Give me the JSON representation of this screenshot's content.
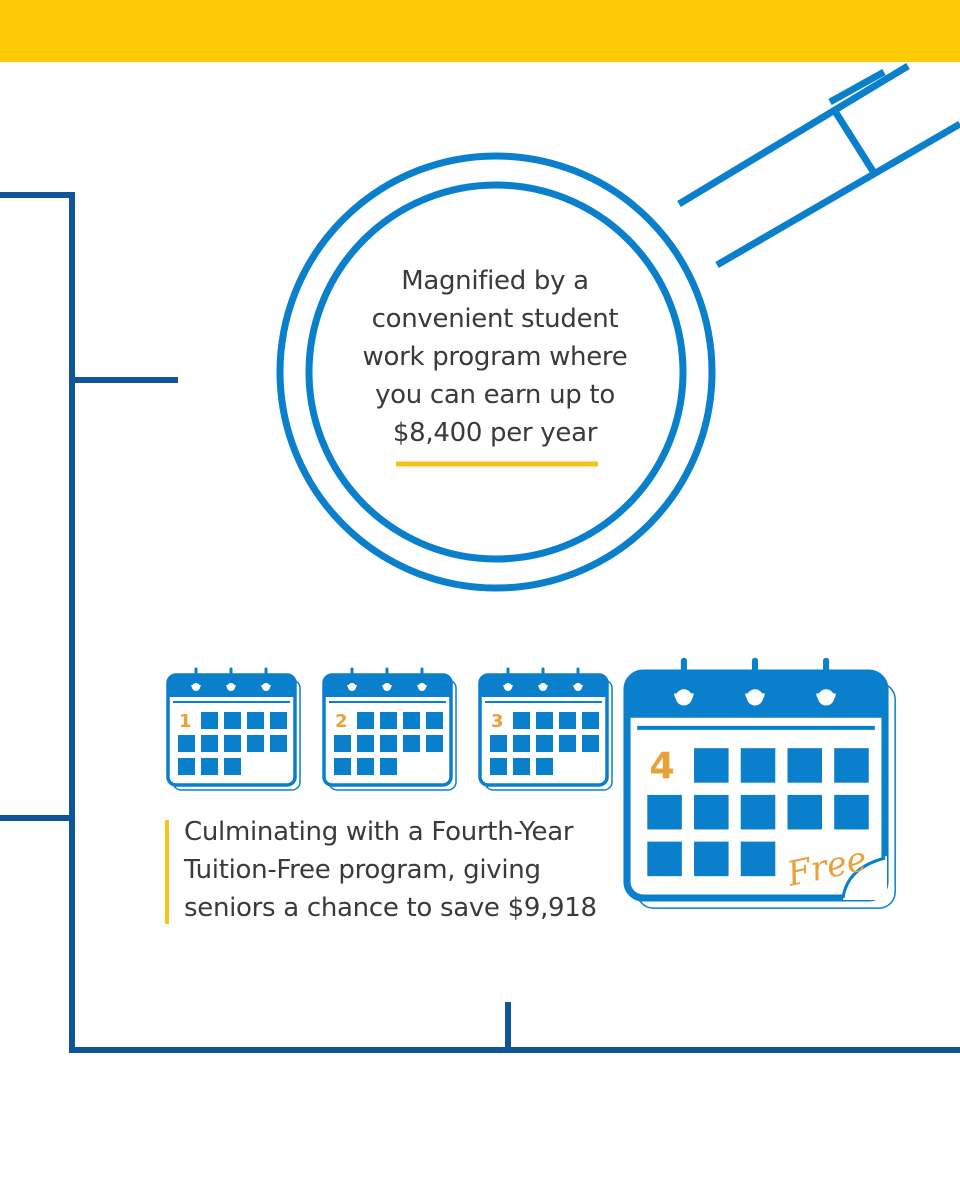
{
  "colors": {
    "top_bar": "#FFCB05",
    "accent_blue": "#0A7FCC",
    "frame_blue": "#0F5597",
    "underline_yellow": "#F7C318",
    "number_orange": "#E8A23A",
    "text": "#3A3A3A"
  },
  "magnifier": {
    "icon": "magnifying-glass-icon",
    "lines": [
      "Magnified by a",
      "convenient student",
      "work program where",
      "you can earn up to",
      "$8,400 per year"
    ]
  },
  "calendars": {
    "icon": "calendar-icon",
    "items": [
      {
        "number": "1"
      },
      {
        "number": "2"
      },
      {
        "number": "3"
      },
      {
        "number": "4",
        "stamp": "Free"
      }
    ]
  },
  "culminating": {
    "lines": [
      "Culminating with a Fourth-Year",
      "Tuition-Free program, giving",
      "seniors a chance to save $9,918"
    ]
  }
}
